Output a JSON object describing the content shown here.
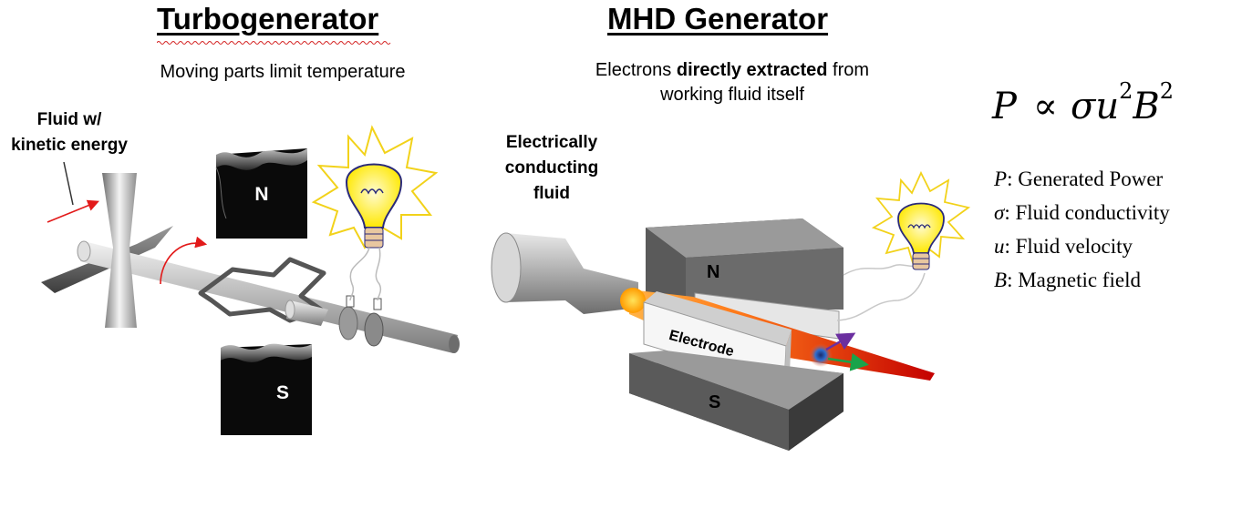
{
  "turbogenerator": {
    "title": "Turbogenerator",
    "subtitle": "Moving parts limit temperature",
    "fluid_label_line1": "Fluid w/",
    "fluid_label_line2": "kinetic energy",
    "pole_north": "N",
    "pole_south": "S"
  },
  "mhd": {
    "title": "MHD Generator",
    "subtitle_pre": "Electrons ",
    "subtitle_bold": "directly extracted",
    "subtitle_post": " from",
    "subtitle_line2": "working fluid itself",
    "fluid_label_line1": "Electrically",
    "fluid_label_line2": "conducting",
    "fluid_label_line3": "fluid",
    "electrode_label": "Electrode",
    "pole_north": "N",
    "pole_south": "S"
  },
  "formula": {
    "lhs": "P",
    "relation": "∝",
    "rhs_sigma": "σ",
    "rhs_u": "u",
    "exp_u": "2",
    "rhs_B": "B",
    "exp_B": "2"
  },
  "legend": [
    {
      "symbol": "P",
      "text": ": Generated Power"
    },
    {
      "symbol": "σ",
      "text": ": Fluid conductivity"
    },
    {
      "symbol": "u",
      "text": ": Fluid velocity"
    },
    {
      "symbol": "B",
      "text": ": Magnetic field"
    }
  ],
  "colors": {
    "magnet_black": "#0a0a0a",
    "block_grey": "#6b6b6b",
    "plasma_red": "#d40000",
    "plasma_orange": "#ff7a1a",
    "bulb_yellow": "#fff04a",
    "arrow_red": "#e21a1a",
    "arrow_green": "#1aa34a",
    "arrow_purple": "#6b2fa0"
  }
}
